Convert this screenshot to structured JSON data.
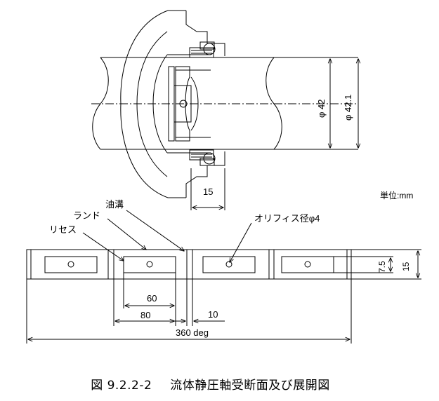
{
  "caption": {
    "figure_number": "図 9.2.2-2",
    "title": "流体静圧軸受断面及び展開図"
  },
  "labels": {
    "unit": "単位:mm",
    "dia_inner": "φ 42",
    "dia_outer": "φ 42.1",
    "width_15": "15",
    "orifice": "オリフィス径φ4",
    "oil_groove": "油溝",
    "land": "ランド",
    "recess": "リセス",
    "dim_60": "60",
    "dim_80": "80",
    "dim_10": "10",
    "dim_360": "360 deg",
    "dim_7_5": "7.5",
    "dim_15_right": "15"
  }
}
